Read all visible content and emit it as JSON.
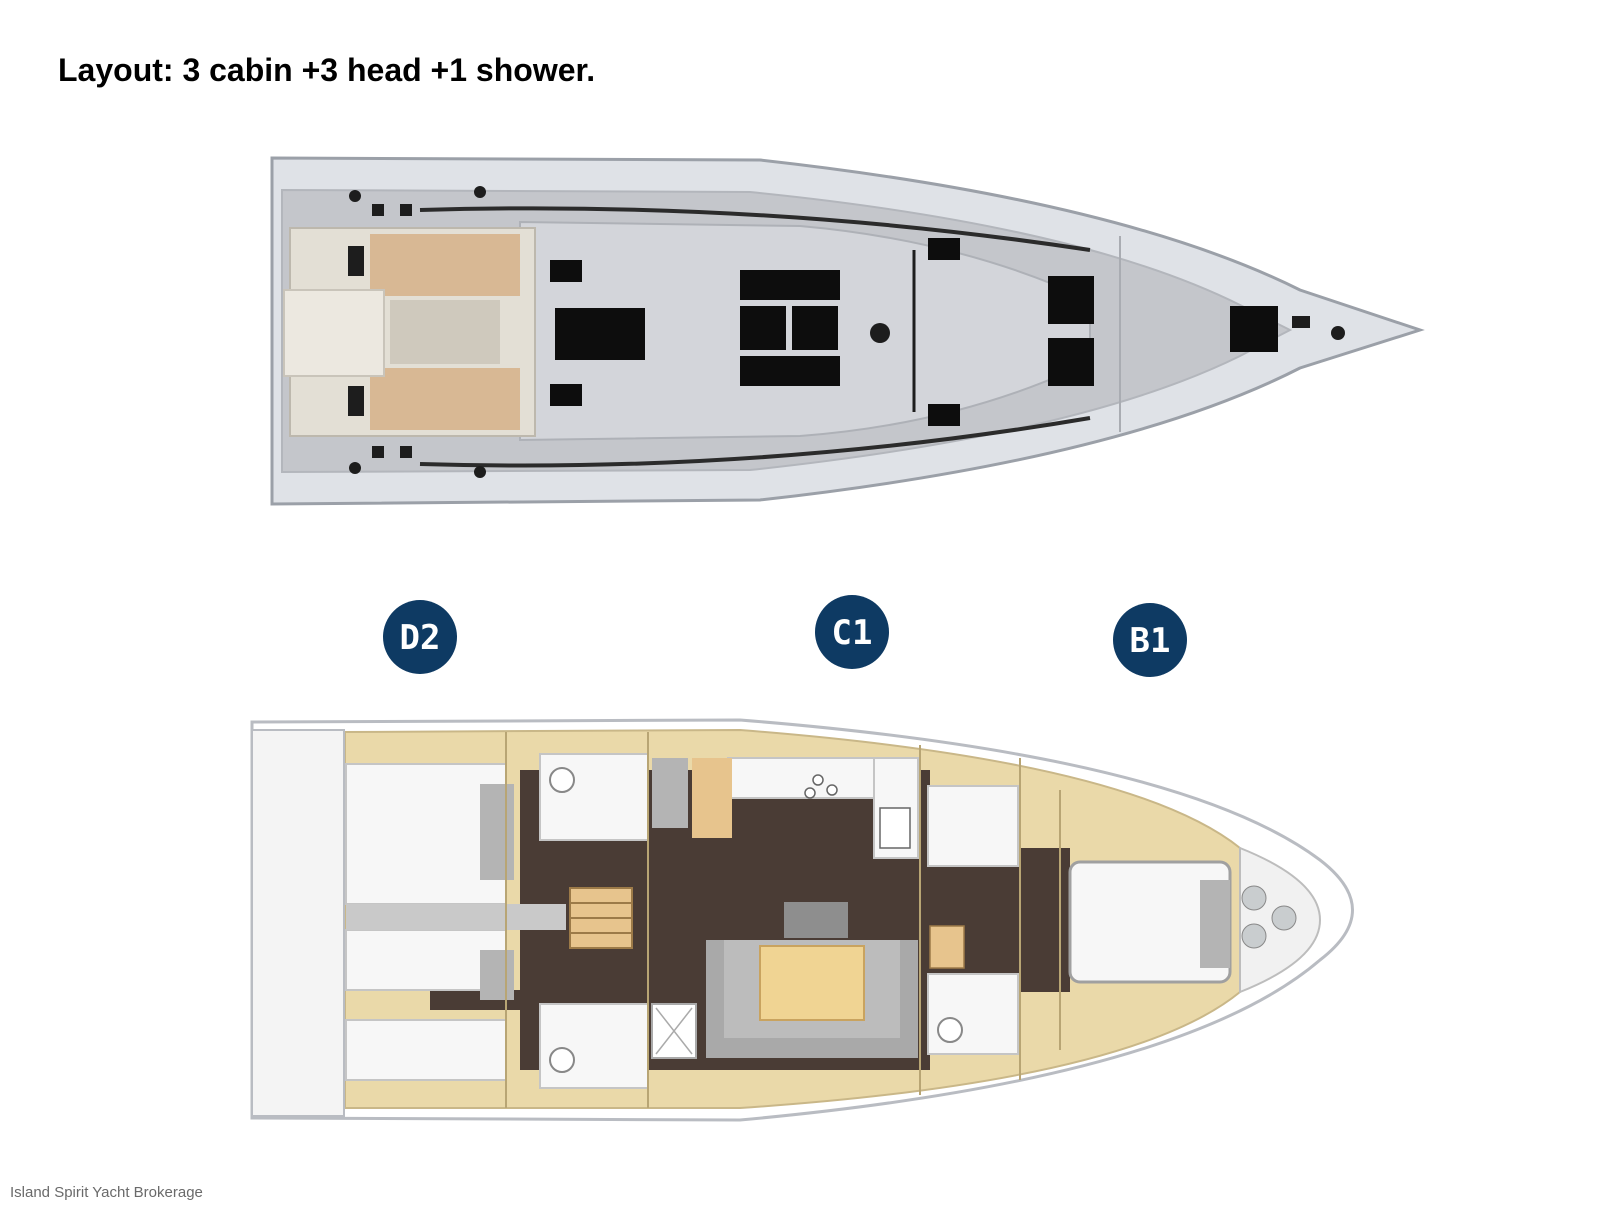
{
  "title": "Layout: 3 cabin +3 head +1 shower.",
  "watermark": "Island Spirit Yacht Brokerage",
  "zones": [
    {
      "label": "D2"
    },
    {
      "label": "C1"
    },
    {
      "label": "B1"
    }
  ],
  "colors": {
    "badge": "#0e3a63",
    "deck": "#c4c6cb",
    "teak": "#d8b894",
    "wood_trim": "#ead9a9",
    "cabin_sole": "#4a3c35",
    "upholstery": "#a9a9a9"
  }
}
